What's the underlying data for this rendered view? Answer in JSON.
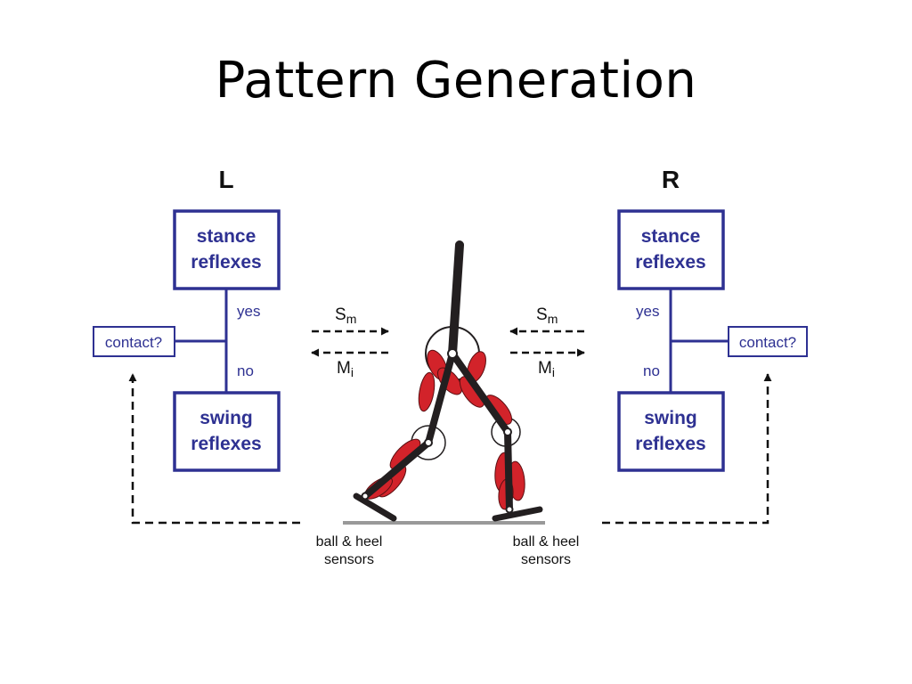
{
  "title": "Pattern Generation",
  "colors": {
    "box_blue": "#2e3192",
    "muscle_red": "#d2232a",
    "bone_dark": "#231f20",
    "ground_gray": "#999999"
  },
  "diagram": {
    "left": {
      "side_label": "L",
      "stance_line1": "stance",
      "stance_line2": "reflexes",
      "swing_line1": "swing",
      "swing_line2": "reflexes",
      "contact": "contact?",
      "yes": "yes",
      "no": "no",
      "sensors_line1": "ball & heel",
      "sensors_line2": "sensors"
    },
    "right": {
      "side_label": "R",
      "stance_line1": "stance",
      "stance_line2": "reflexes",
      "swing_line1": "swing",
      "swing_line2": "reflexes",
      "contact": "contact?",
      "yes": "yes",
      "no": "no",
      "sensors_line1": "ball & heel",
      "sensors_line2": "sensors"
    },
    "signals": {
      "s_base": "S",
      "s_sub": "m",
      "m_base": "M",
      "m_sub": "i"
    },
    "icons": [
      "walker-model-icon",
      "arrow-right-icon",
      "arrow-left-icon",
      "arrow-up-icon"
    ]
  }
}
